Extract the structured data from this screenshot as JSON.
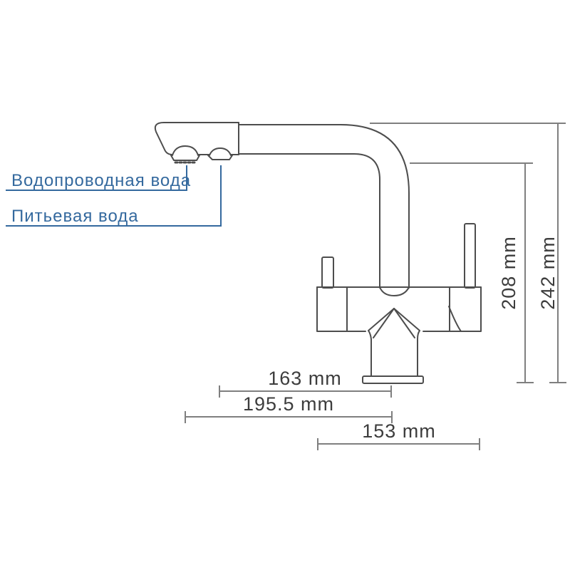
{
  "diagram": {
    "title": "faucet-dimension-drawing",
    "callouts": {
      "tap_water": "Водопроводная вода",
      "drinking_water": "Питьевая вода"
    },
    "dimensions": {
      "drinking_spout_reach": "163 mm",
      "tap_spout_reach": "195.5 mm",
      "right_reach": "153 mm",
      "spout_underside_height": "208 mm",
      "total_height": "242 mm"
    },
    "colors": {
      "callout_blue": "#34699e",
      "outline_gray": "#4d4d4d",
      "dimension_gray": "#7f7f7f",
      "dimension_text": "#3d3d3d"
    }
  }
}
